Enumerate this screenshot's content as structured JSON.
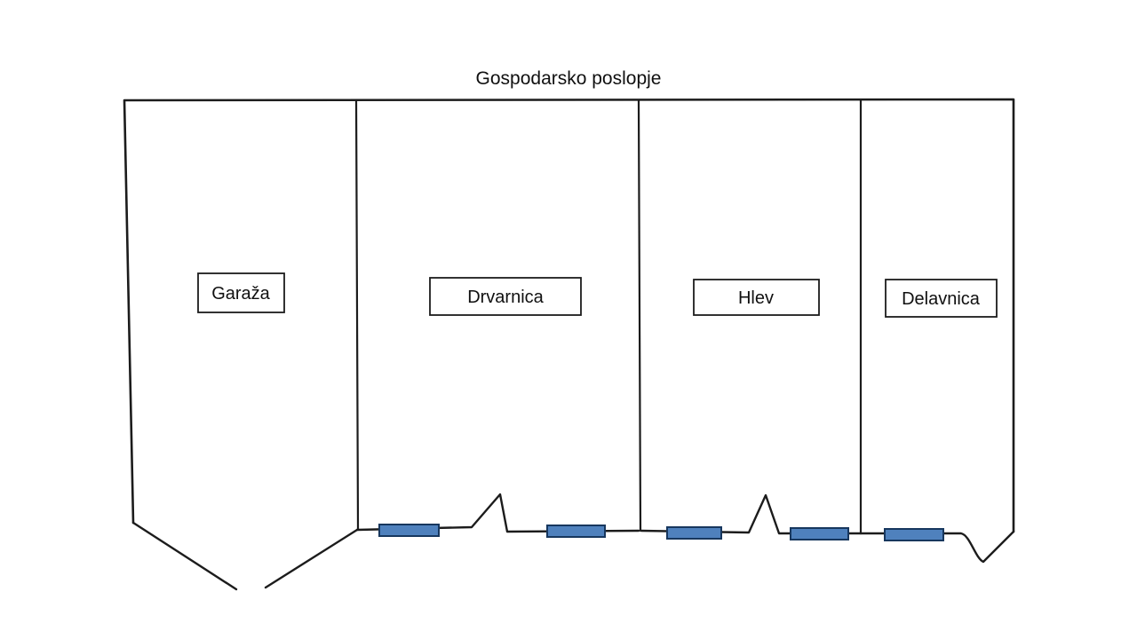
{
  "title": "Gospodarsko poslopje",
  "rooms": [
    {
      "label": "Garaža"
    },
    {
      "label": "Drvarnica"
    },
    {
      "label": "Hlev"
    },
    {
      "label": "Delavnica"
    }
  ],
  "colors": {
    "outline": "#1c1c1c",
    "label_box_fill": "#ffffff",
    "door_fill": "#4f81bd",
    "door_stroke": "#17375e",
    "background": "#ffffff"
  }
}
